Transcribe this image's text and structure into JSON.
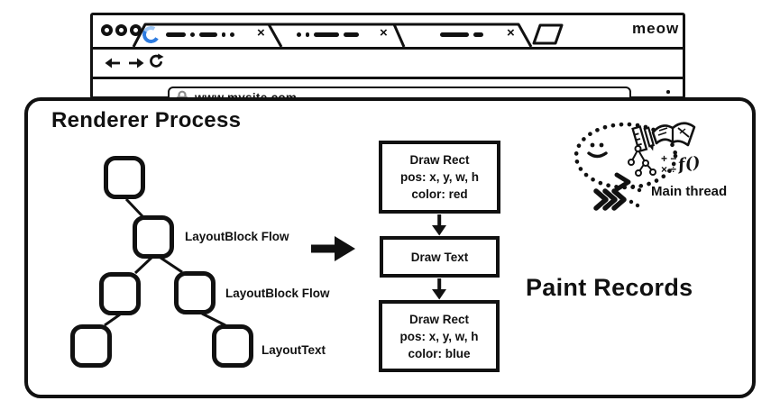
{
  "browser": {
    "brand": "meow",
    "url": "www.mysite.com",
    "tabs": [
      {
        "close": "×",
        "loading": true
      },
      {
        "close": "×",
        "loading": false
      },
      {
        "close": "×",
        "loading": false
      }
    ]
  },
  "renderer": {
    "title": "Renderer Process",
    "tree_labels": [
      "LayoutBlock Flow",
      "LayoutBlock Flow",
      "LayoutText"
    ],
    "paint": {
      "heading": "Paint Records",
      "boxes": [
        {
          "lines": [
            "Draw Rect",
            "pos: x, y, w, h",
            "color: red"
          ]
        },
        {
          "lines": [
            "Draw Text"
          ]
        },
        {
          "lines": [
            "Draw Rect",
            "pos: x, y, w, h",
            "color: blue"
          ]
        }
      ]
    },
    "main_thread": {
      "label": "Main thread",
      "math_row1": "+ −",
      "math_row2": "× ÷",
      "function": "f()"
    }
  },
  "icons": [
    "traffic-light-icon",
    "spinner-icon",
    "close-icon",
    "new-tab-icon",
    "back-icon",
    "forward-icon",
    "reload-icon",
    "lock-icon",
    "kebab-menu-icon",
    "smiley-face-icon",
    "ruler-icon",
    "pencil-icon",
    "book-icon",
    "dom-tree-icon",
    "math-symbols-icon",
    "function-icon",
    "chevron-arrows-icon"
  ],
  "colors": {
    "ink": "#111111",
    "spinner_dark": "#2e7ce0",
    "spinner_light": "#9dc6f4",
    "lock_gray": "#8c8c8c"
  }
}
